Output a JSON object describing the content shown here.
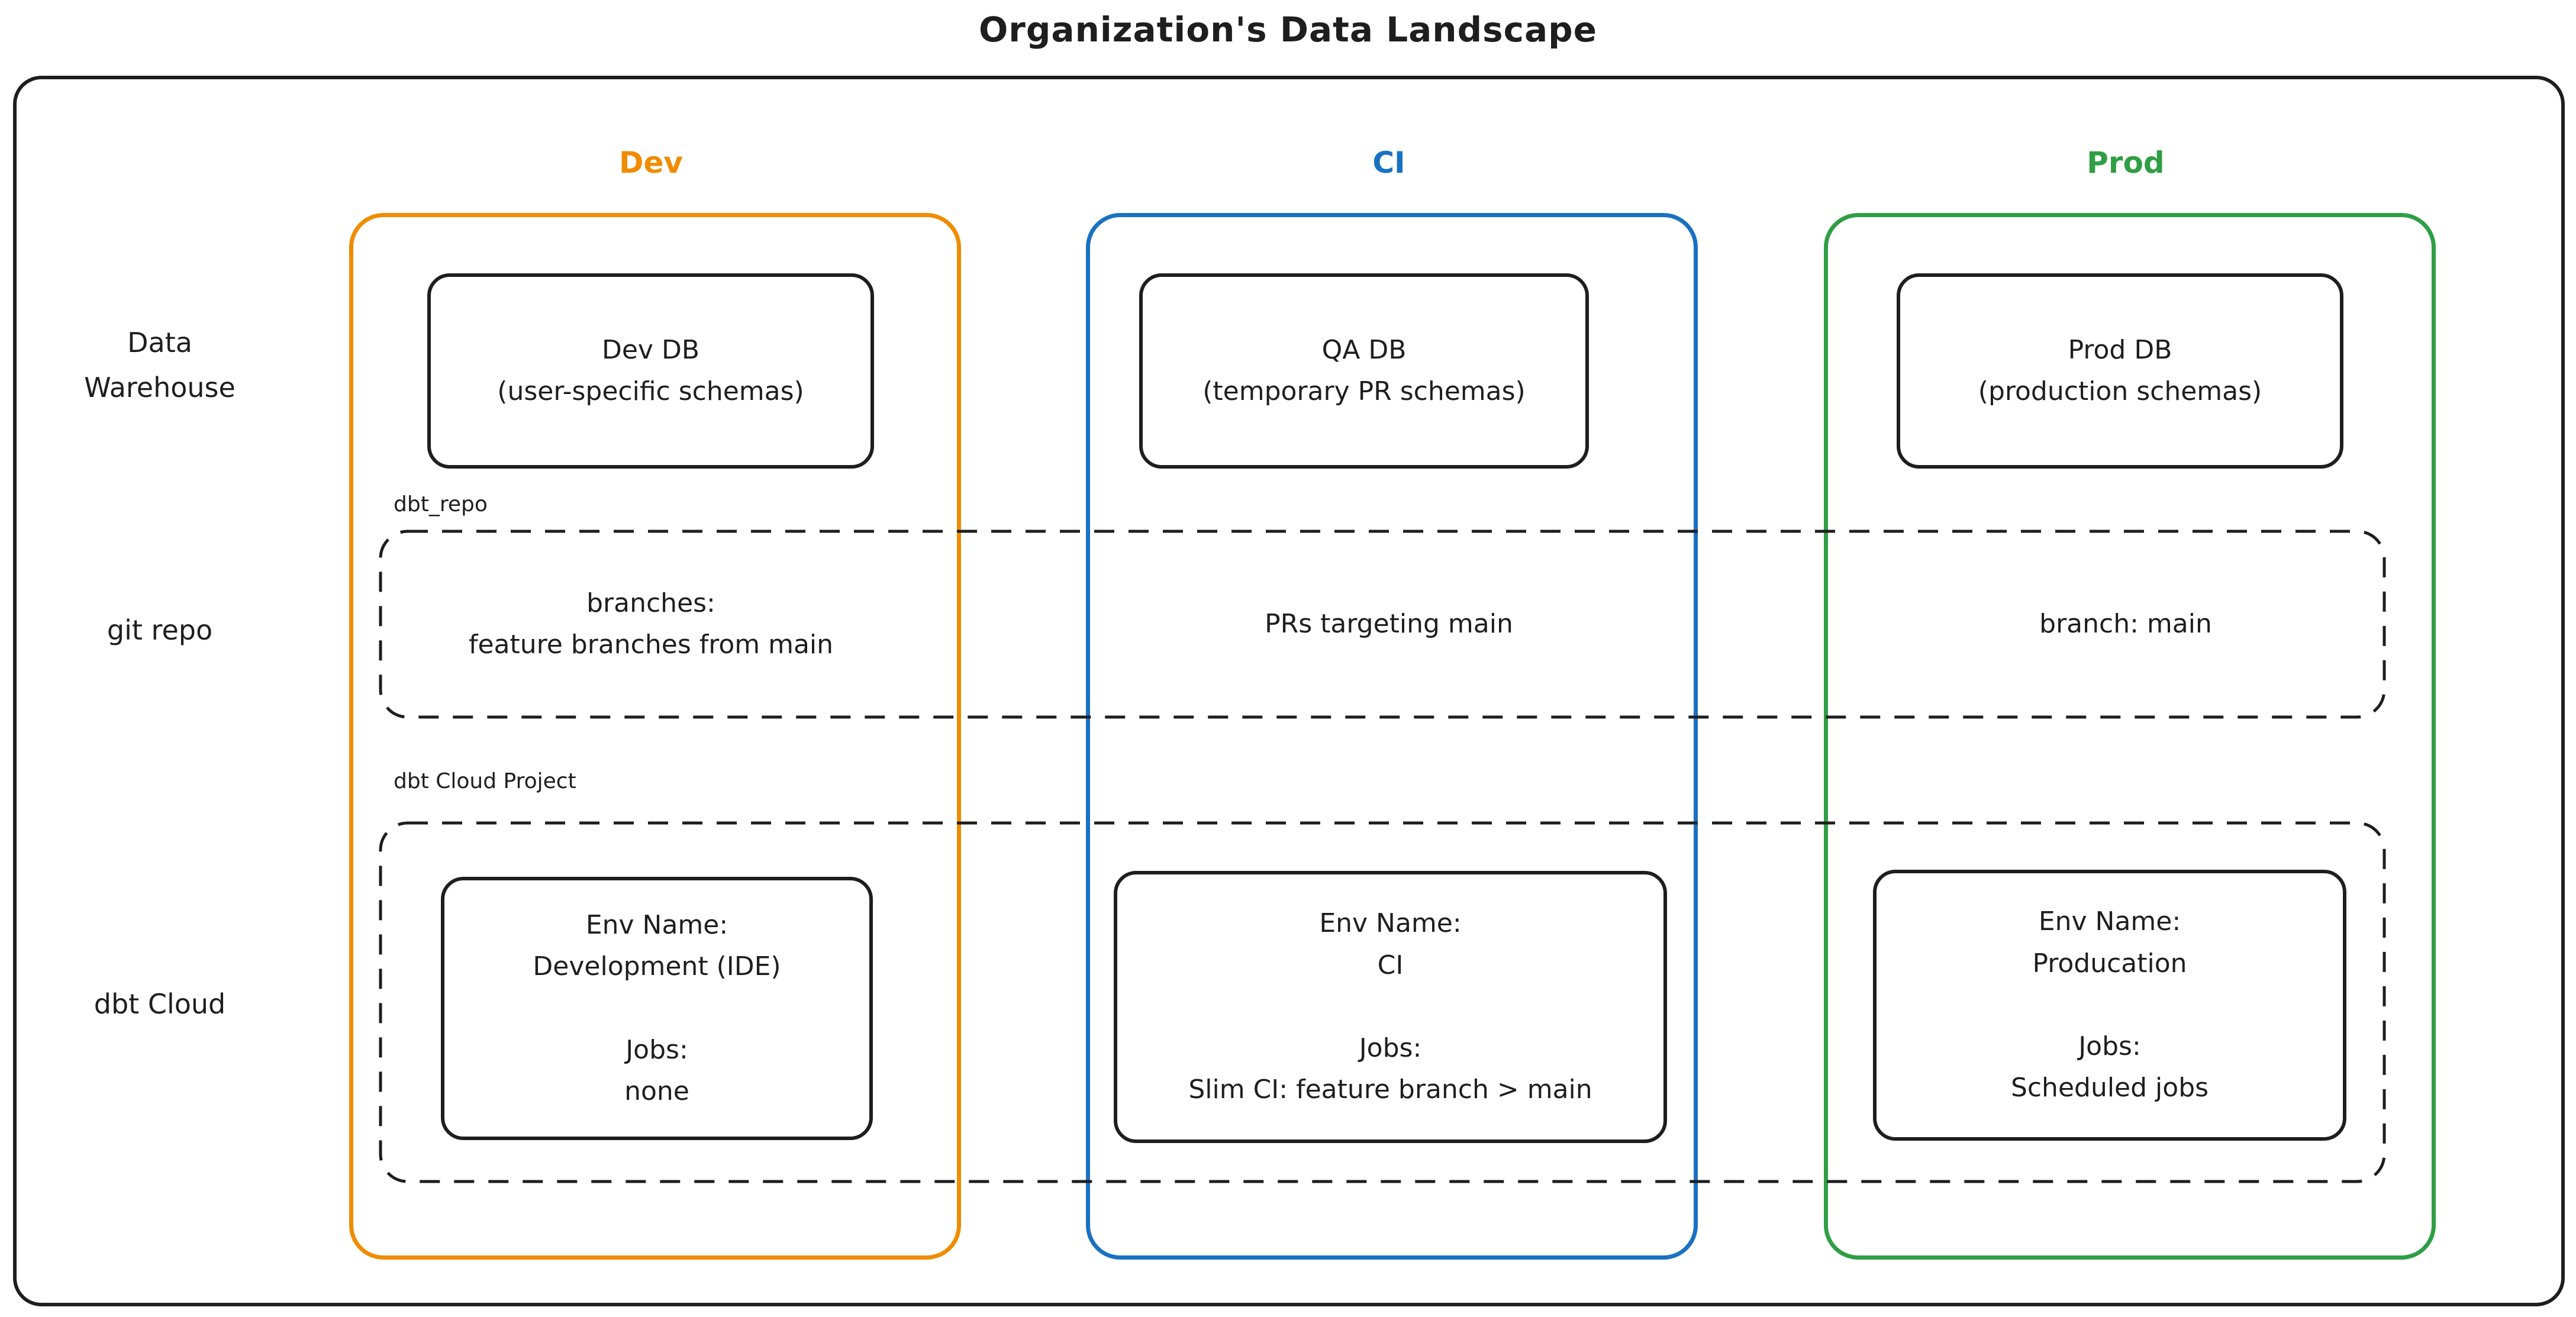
{
  "title": "Organization's Data Landscape",
  "colors": {
    "dev": "#f08c00",
    "ci": "#1971c2",
    "prod": "#2f9e44",
    "ink": "#1e1e1e"
  },
  "rows": {
    "warehouse_line1": "Data",
    "warehouse_line2": "Warehouse",
    "git": "git repo",
    "dbt": "dbt Cloud"
  },
  "section_labels": {
    "git_repo": "dbt_repo",
    "dbt_project": "dbt Cloud Project"
  },
  "columns": {
    "dev": {
      "header": "Dev",
      "db_name": "Dev DB",
      "db_detail": "(user-specific schemas)",
      "git_line1": "branches:",
      "git_line2": "feature branches from main",
      "env_label": "Env Name:",
      "env_value": "Development (IDE)",
      "jobs_label": "Jobs:",
      "jobs_value": "none"
    },
    "ci": {
      "header": "CI",
      "db_name": "QA DB",
      "db_detail": "(temporary PR schemas)",
      "git_line1": "PRs targeting main",
      "git_line2": "",
      "env_label": "Env Name:",
      "env_value": "CI",
      "jobs_label": "Jobs:",
      "jobs_value": "Slim CI: feature branch > main"
    },
    "prod": {
      "header": "Prod",
      "db_name": "Prod DB",
      "db_detail": "(production schemas)",
      "git_line1": "branch: main",
      "git_line2": "",
      "env_label": "Env Name:",
      "env_value": "Producation",
      "jobs_label": "Jobs:",
      "jobs_value": "Scheduled jobs"
    }
  }
}
